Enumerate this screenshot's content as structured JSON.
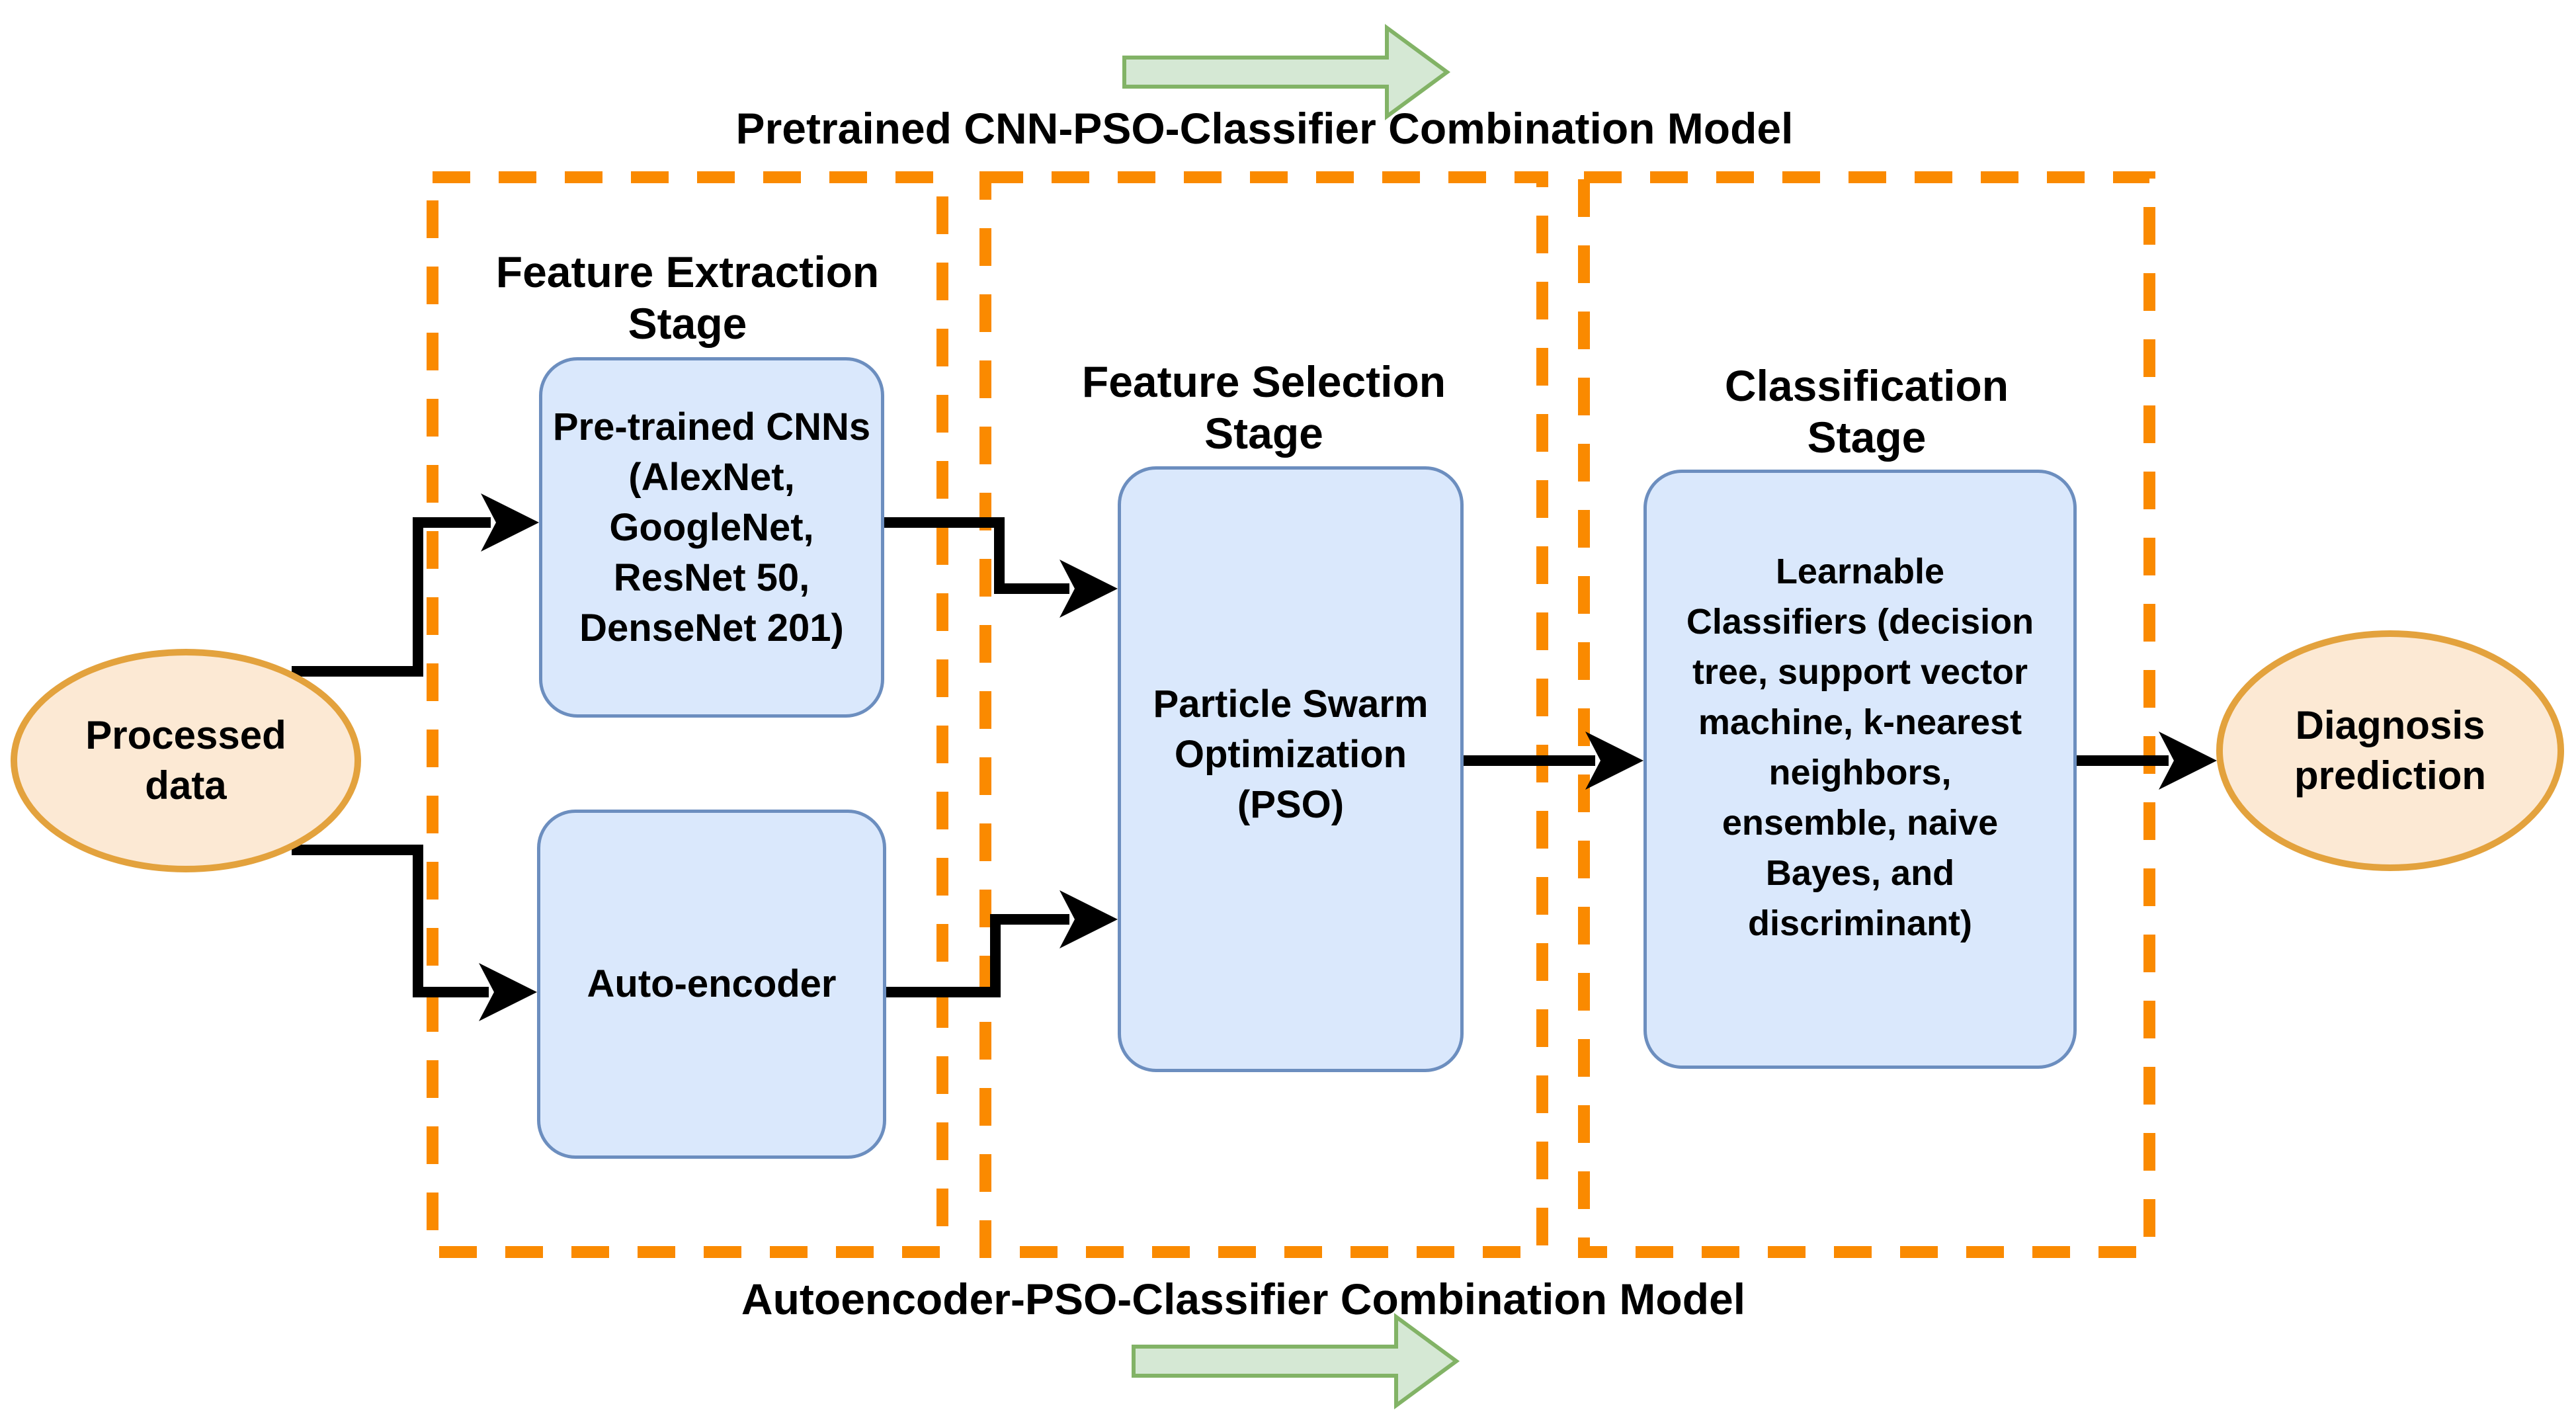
{
  "titles": {
    "top": "Pretrained CNN-PSO-Classifier Combination Model",
    "bottom": "Autoencoder-PSO-Classifier Combination Model"
  },
  "stages": [
    {
      "title": "Feature Extraction\nStage"
    },
    {
      "title": "Feature Selection\nStage"
    },
    {
      "title": "Classification\nStage"
    }
  ],
  "nodes": {
    "processed_data": {
      "label": "Processed\ndata"
    },
    "pretrained_cnns": {
      "label": "Pre-trained CNNs\n(AlexNet,\nGoogleNet,\nResNet 50,\nDenseNet 201)"
    },
    "auto_encoder": {
      "label": "Auto-encoder"
    },
    "pso": {
      "label": "Particle Swarm\nOptimization\n(PSO)"
    },
    "classifiers": {
      "label": "Learnable\nClassifiers (decision\ntree, support vector\nmachine, k-nearest\nneighbors,\nensemble, naive\nBayes, and\ndiscriminant)"
    },
    "diagnosis": {
      "label": "Diagnosis\nprediction"
    }
  },
  "icons": {
    "flow_arrow_top": "right-arrow",
    "flow_arrow_bottom": "right-arrow"
  },
  "colors": {
    "stage_border": "#FA8A00",
    "node_fill": "#DAE8FC",
    "node_border": "#6C8EBF",
    "terminal_fill": "#FCE9D4",
    "terminal_border": "#E3A23D",
    "flow_arrow_fill": "#D5E8D4",
    "flow_arrow_border": "#82B366",
    "connector": "#000000",
    "text": "#000000"
  }
}
